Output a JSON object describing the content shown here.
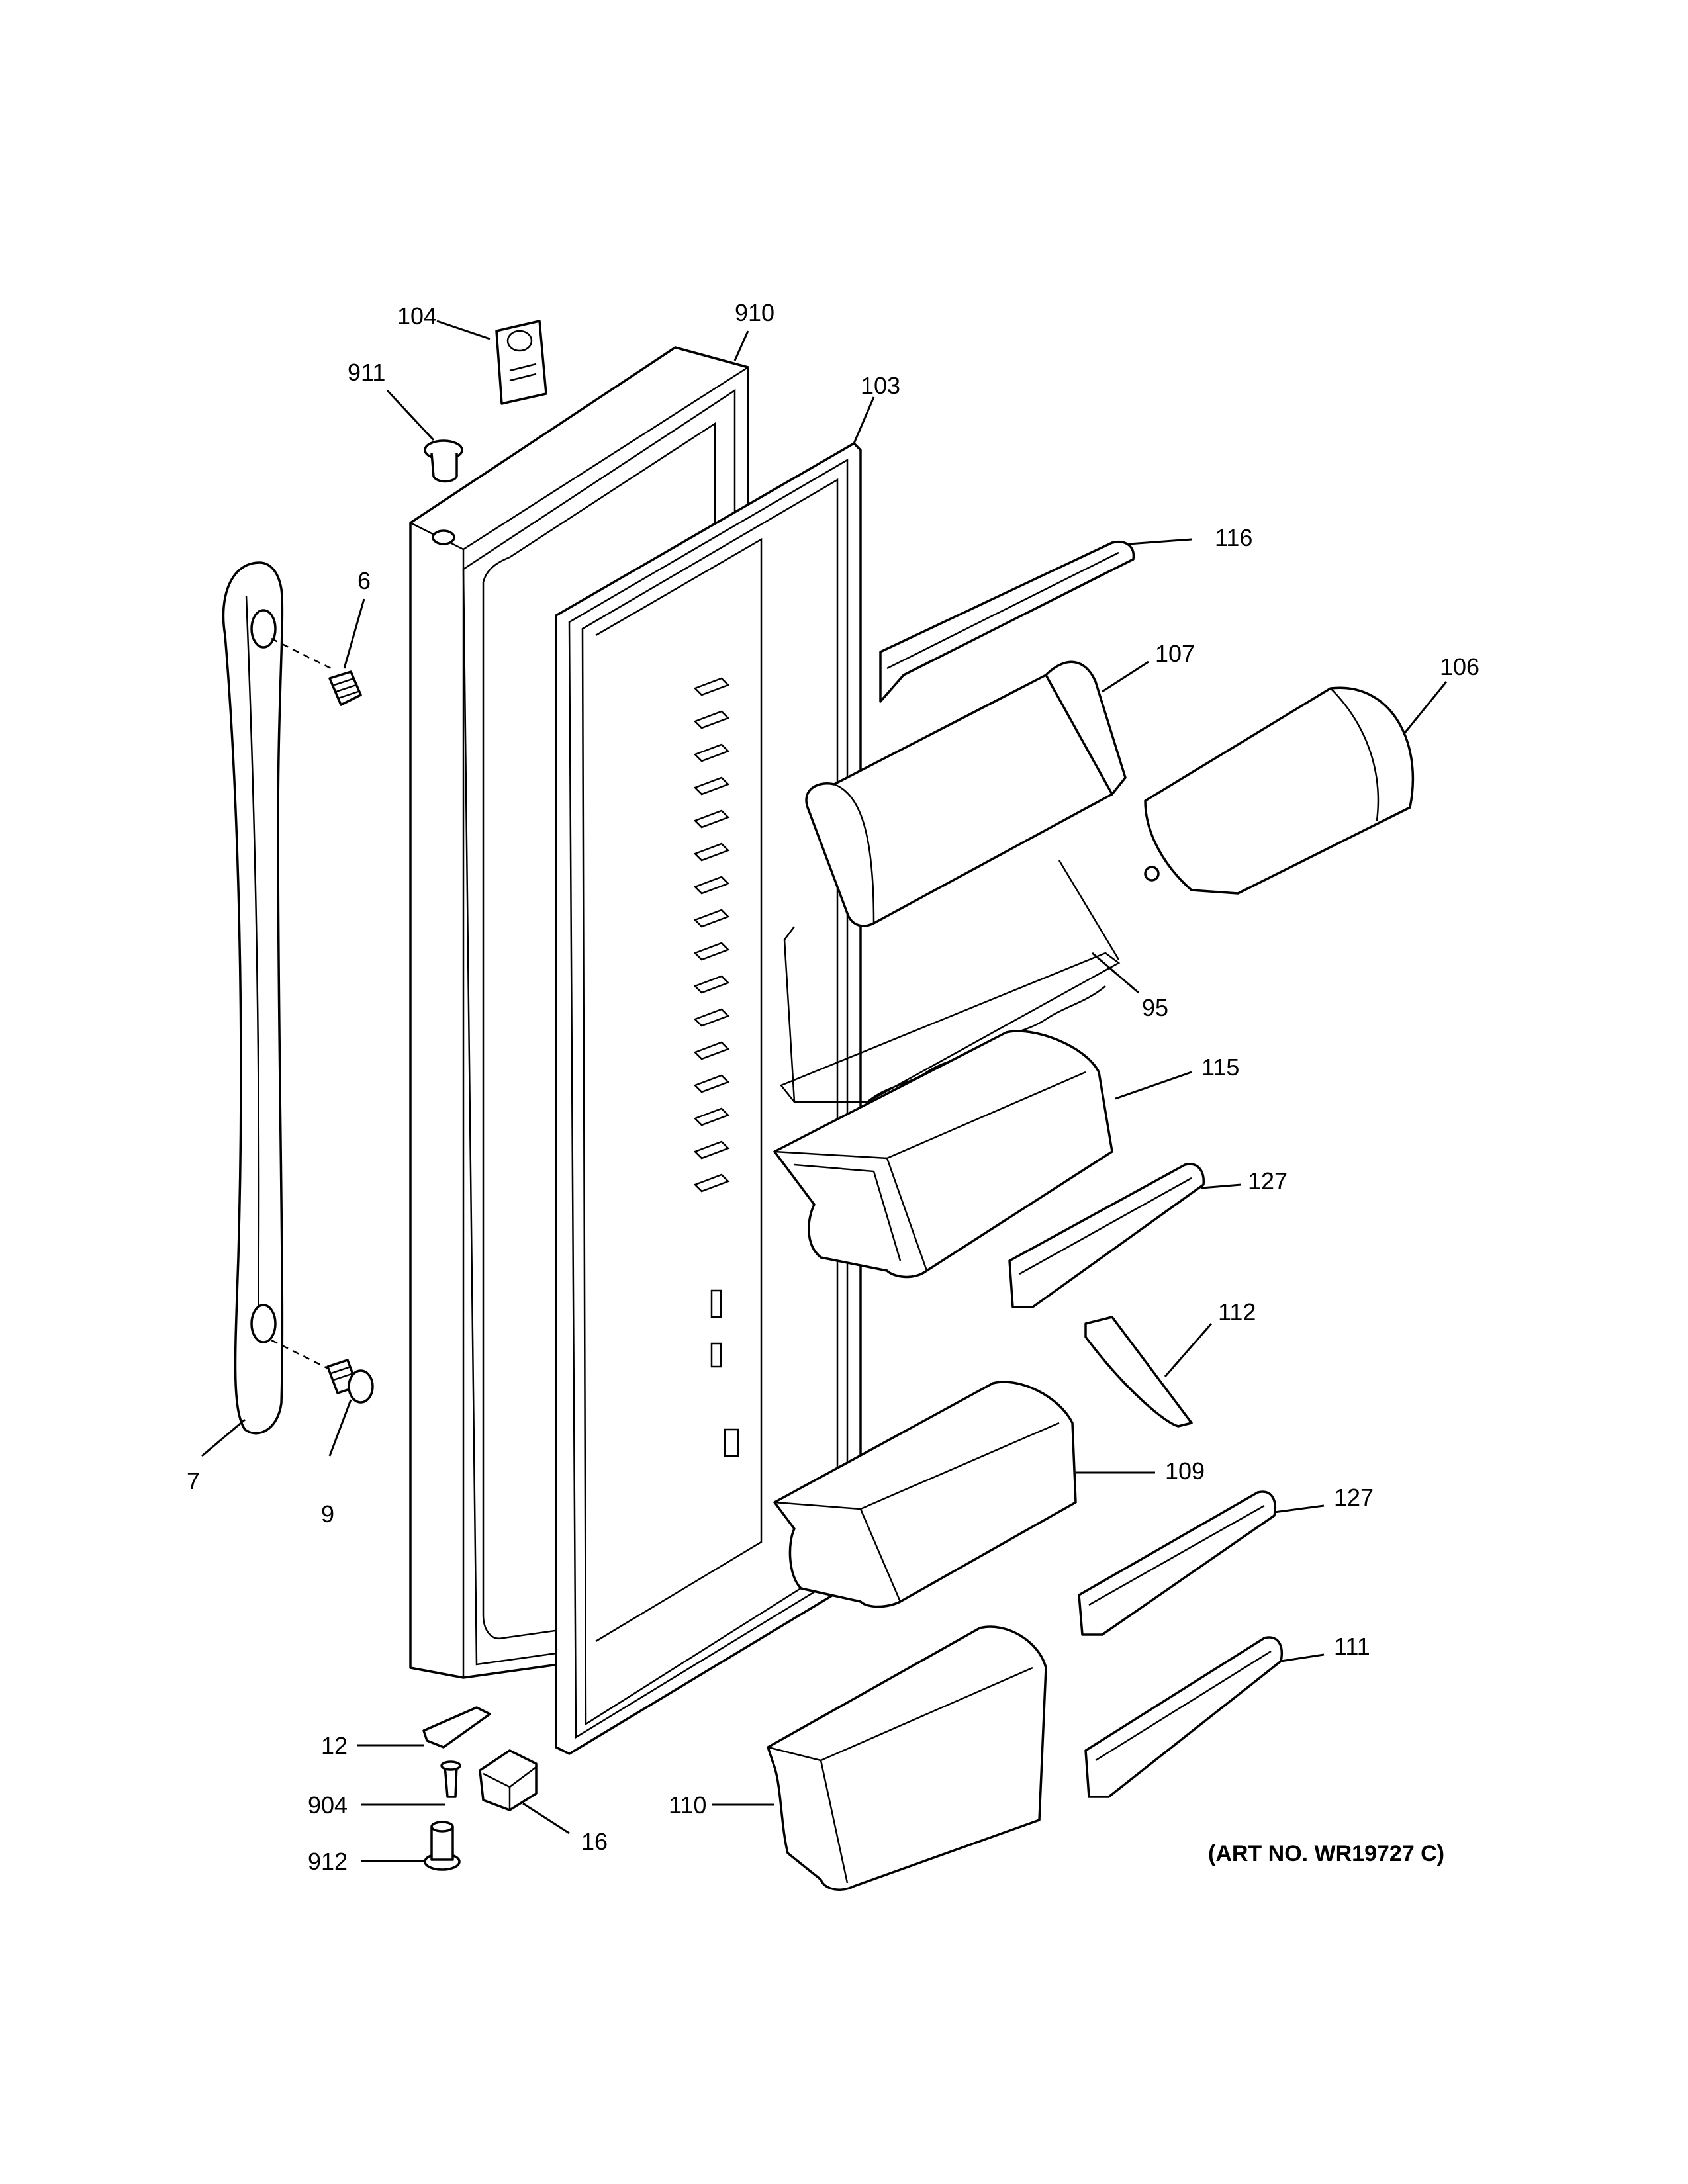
{
  "callouts": {
    "c104": "104",
    "c910": "910",
    "c911": "911",
    "c103": "103",
    "c116": "116",
    "c6": "6",
    "c107": "107",
    "c106": "106",
    "c95": "95",
    "c115": "115",
    "c127a": "127",
    "c112": "112",
    "c109": "109",
    "c7": "7",
    "c9": "9",
    "c127b": "127",
    "c111": "111",
    "c12": "12",
    "c904": "904",
    "c16": "16",
    "c110": "110",
    "c912": "912"
  },
  "art_number": "(ART NO. WR19727 C)"
}
